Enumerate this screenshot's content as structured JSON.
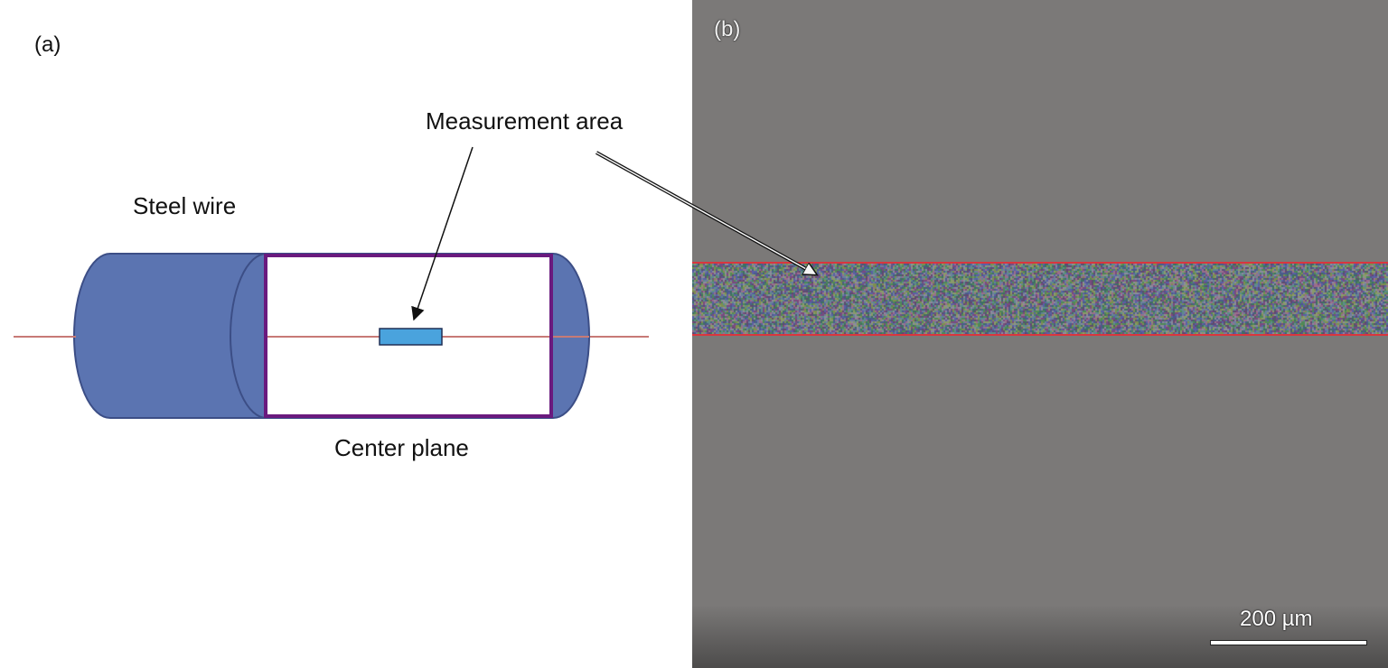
{
  "panel_a": {
    "label": "(a)",
    "steel_wire_label": "Steel wire",
    "center_plane_label": "Center plane",
    "measurement_area_label": "Measurement area",
    "colors": {
      "wire_fill": "#5b74b1",
      "wire_stroke": "#3c4e86",
      "plane_border": "#6a1a7e",
      "axis_line": "#c77a76",
      "measurement_rect": "#4aa3dd"
    }
  },
  "panel_b": {
    "label": "(b)",
    "scale_bar_label": "200 µm",
    "colors": {
      "background": "#7b7978",
      "band_border": "#d9363e"
    }
  }
}
